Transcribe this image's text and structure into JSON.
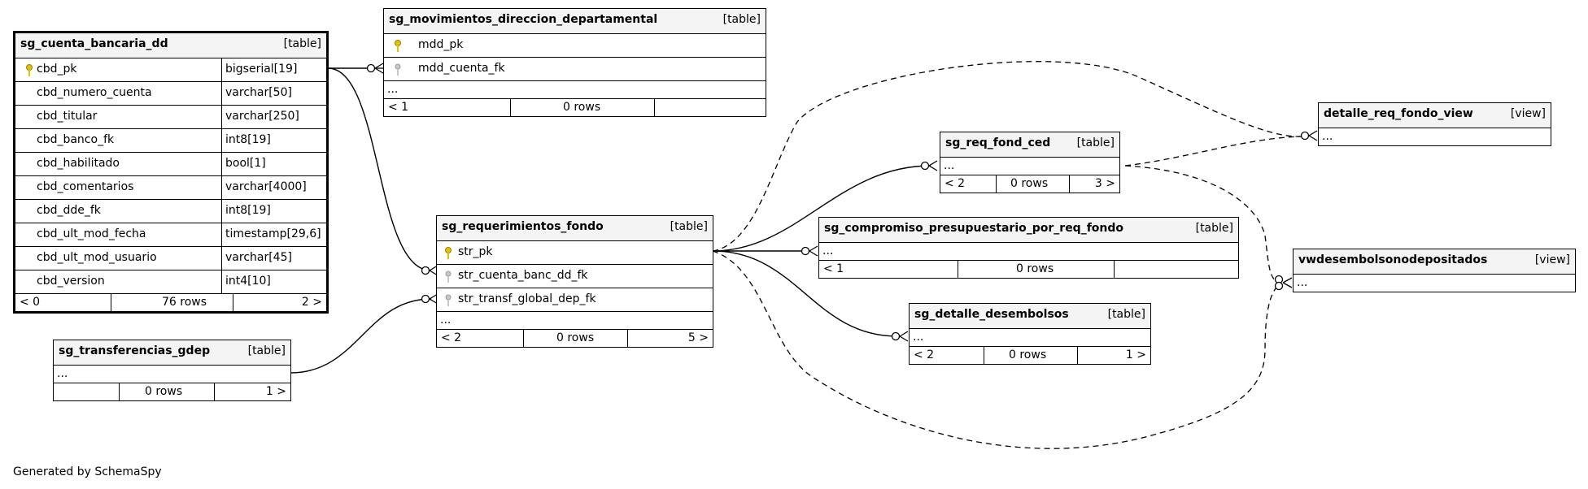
{
  "footer": "Generated by SchemaSpy",
  "tables": {
    "cuenta": {
      "name": "sg_cuenta_bancaria_dd",
      "kind": "[table]",
      "columns": [
        {
          "name": "cbd_pk",
          "type": "bigserial[19]"
        },
        {
          "name": "cbd_numero_cuenta",
          "type": "varchar[50]"
        },
        {
          "name": "cbd_titular",
          "type": "varchar[250]"
        },
        {
          "name": "cbd_banco_fk",
          "type": "int8[19]"
        },
        {
          "name": "cbd_habilitado",
          "type": "bool[1]"
        },
        {
          "name": "cbd_comentarios",
          "type": "varchar[4000]"
        },
        {
          "name": "cbd_dde_fk",
          "type": "int8[19]"
        },
        {
          "name": "cbd_ult_mod_fecha",
          "type": "timestamp[29,6]"
        },
        {
          "name": "cbd_ult_mod_usuario",
          "type": "varchar[45]"
        },
        {
          "name": "cbd_version",
          "type": "int4[10]"
        }
      ],
      "footer": [
        "< 0",
        "76 rows",
        "2 >"
      ]
    },
    "movimientos": {
      "name": "sg_movimientos_direccion_departamental",
      "kind": "[table]",
      "columns": [
        "mdd_pk",
        "mdd_cuenta_fk"
      ],
      "more": "...",
      "footer": [
        "< 1",
        "0 rows",
        ""
      ]
    },
    "requerimientos": {
      "name": "sg_requerimientos_fondo",
      "kind": "[table]",
      "columns": [
        "str_pk",
        "str_cuenta_banc_dd_fk",
        "str_transf_global_dep_fk"
      ],
      "more": "...",
      "footer": [
        "< 2",
        "0 rows",
        "5 >"
      ]
    },
    "transferencias": {
      "name": "sg_transferencias_gdep",
      "kind": "[table]",
      "more": "...",
      "footer": [
        "",
        "0 rows",
        "1 >"
      ]
    },
    "reqfond": {
      "name": "sg_req_fond_ced",
      "kind": "[table]",
      "more": "...",
      "footer": [
        "< 2",
        "0 rows",
        "3 >"
      ]
    },
    "compromiso": {
      "name": "sg_compromiso_presupuestario_por_req_fondo",
      "kind": "[table]",
      "more": "...",
      "footer": [
        "< 1",
        "0 rows",
        ""
      ]
    },
    "detalle": {
      "name": "sg_detalle_desembolsos",
      "kind": "[table]",
      "more": "...",
      "footer": [
        "< 2",
        "0 rows",
        "1 >"
      ]
    },
    "detalle_view": {
      "name": "detalle_req_fondo_view",
      "kind": "[view]",
      "more": "..."
    },
    "vwdesembolso": {
      "name": "vwdesembolsonodepositados",
      "kind": "[view]",
      "more": "..."
    }
  }
}
